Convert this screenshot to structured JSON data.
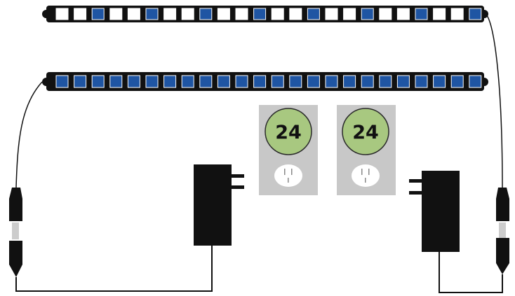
{
  "strip_top": {
    "cells": [
      "off",
      "off",
      "on",
      "off",
      "off",
      "on",
      "off",
      "off",
      "on",
      "off",
      "off",
      "on",
      "off",
      "off",
      "on",
      "off",
      "off",
      "on",
      "off",
      "off",
      "on",
      "off",
      "off",
      "on"
    ]
  },
  "strip_bottom": {
    "cells": [
      "on",
      "on",
      "on",
      "on",
      "on",
      "on",
      "on",
      "on",
      "on",
      "on",
      "on",
      "on",
      "on",
      "on",
      "on",
      "on",
      "on",
      "on",
      "on",
      "on",
      "on",
      "on",
      "on",
      "on"
    ]
  },
  "timers": [
    {
      "label": "24"
    },
    {
      "label": "24"
    }
  ],
  "colors": {
    "strip_body": "#111111",
    "led_on": "#1f55a3",
    "led_off": "#ffffff",
    "timer_plate": "#c8c8c8",
    "timer_dial": "#a8c880",
    "adapter": "#111111",
    "wire": "#111111"
  }
}
